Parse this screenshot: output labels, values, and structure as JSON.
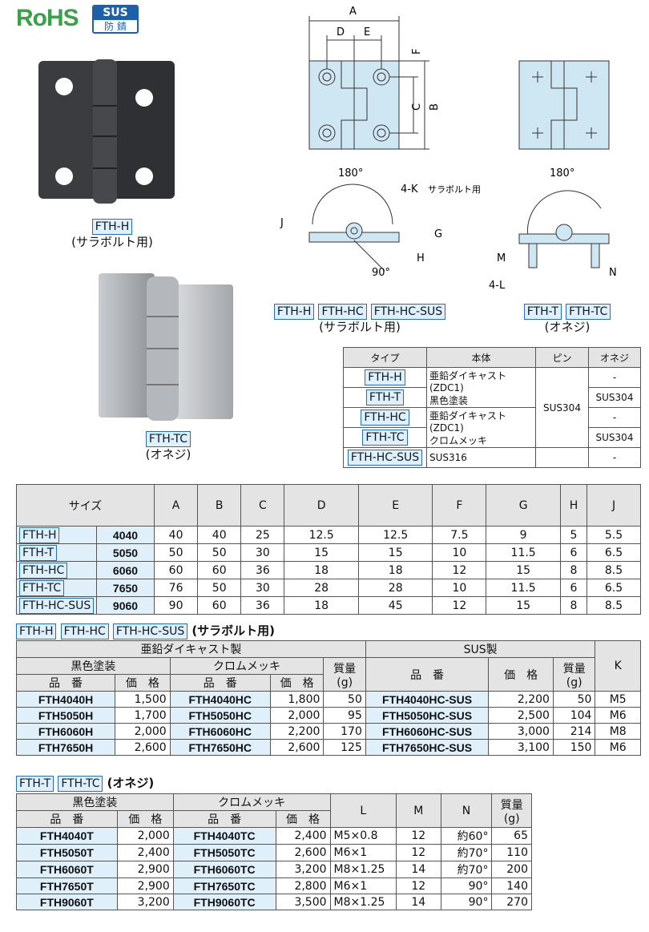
{
  "logos": {
    "rohs": "RoHS",
    "sus_top": "SUS",
    "sus_bottom": "防 錆"
  },
  "photos": {
    "black": {
      "label": "FTH-H",
      "sub": "(サラボルト用)"
    },
    "silver": {
      "label": "FTH-TC",
      "sub": "(オネジ)"
    }
  },
  "drawing": {
    "dims": {
      "A": "A",
      "B": "B",
      "C": "C",
      "D": "D",
      "E": "E",
      "F": "F",
      "G": "G",
      "H": "H",
      "J": "J",
      "M": "M",
      "N": "N",
      "K": "4-K",
      "K_note": "サラボルト用",
      "L": "4-L",
      "angle180": "180°",
      "angle90": "90°"
    },
    "left_tags": [
      "FTH-H",
      "FTH-HC",
      "FTH-HC-SUS"
    ],
    "left_sub": "(サラボルト用)",
    "right_tags": [
      "FTH-T",
      "FTH-TC"
    ],
    "right_sub": "(オネジ)"
  },
  "material_table": {
    "headers": [
      "タイプ",
      "本体",
      "ピン",
      "オネジ"
    ],
    "types": [
      "FTH-H",
      "FTH-T",
      "FTH-HC",
      "FTH-TC",
      "FTH-HC-SUS"
    ],
    "body1": "亜鉛ダイキャスト(ZDC1)",
    "body1b": "黒色塗装",
    "body2": "亜鉛ダイキャスト(ZDC1)",
    "body2b": "クロムメッキ",
    "body3": "SUS316",
    "pin": "SUS304",
    "screw": [
      "-",
      "SUS304",
      "-",
      "SUS304",
      "-"
    ]
  },
  "size_table": {
    "header_label": "サイズ",
    "columns": [
      "A",
      "B",
      "C",
      "D",
      "E",
      "F",
      "G",
      "H",
      "J"
    ],
    "types": [
      "FTH-H",
      "FTH-T",
      "FTH-HC",
      "FTH-TC",
      "FTH-HC-SUS"
    ],
    "rows": [
      {
        "size": "4040",
        "vals": [
          "40",
          "40",
          "25",
          "12.5",
          "12.5",
          "7.5",
          "9",
          "5",
          "5.5"
        ]
      },
      {
        "size": "5050",
        "vals": [
          "50",
          "50",
          "30",
          "15",
          "15",
          "10",
          "11.5",
          "6",
          "6.5"
        ]
      },
      {
        "size": "6060",
        "vals": [
          "60",
          "60",
          "36",
          "18",
          "18",
          "12",
          "15",
          "8",
          "8.5"
        ]
      },
      {
        "size": "7650",
        "vals": [
          "76",
          "50",
          "30",
          "28",
          "28",
          "10",
          "11.5",
          "6",
          "6.5"
        ]
      },
      {
        "size": "9060",
        "vals": [
          "90",
          "60",
          "36",
          "18",
          "45",
          "12",
          "15",
          "8",
          "8.5"
        ]
      }
    ]
  },
  "price_table_1": {
    "tags": [
      "FTH-H",
      "FTH-HC",
      "FTH-HC-SUS"
    ],
    "title": "(サラボルト用)",
    "zinc": "亜鉛ダイキャスト製",
    "sus": "SUS製",
    "black": "黒色塗装",
    "chrome": "クロムメッキ",
    "part": "品　番",
    "price": "価　格",
    "mass": "質量",
    "mass_unit": "(g)",
    "k": "K",
    "rows": [
      [
        "FTH4040H",
        "1,500",
        "FTH4040HC",
        "1,800",
        "50",
        "FTH4040HC-SUS",
        "2,200",
        "50",
        "M5"
      ],
      [
        "FTH5050H",
        "1,700",
        "FTH5050HC",
        "2,000",
        "95",
        "FTH5050HC-SUS",
        "2,500",
        "104",
        "M6"
      ],
      [
        "FTH6060H",
        "2,000",
        "FTH6060HC",
        "2,200",
        "170",
        "FTH6060HC-SUS",
        "3,000",
        "214",
        "M8"
      ],
      [
        "FTH7650H",
        "2,600",
        "FTH7650HC",
        "2,600",
        "125",
        "FTH7650HC-SUS",
        "3,100",
        "150",
        "M6"
      ]
    ]
  },
  "price_table_2": {
    "tags": [
      "FTH-T",
      "FTH-TC"
    ],
    "title": "(オネジ)",
    "black": "黒色塗装",
    "chrome": "クロムメッキ",
    "part": "品　番",
    "price": "価　格",
    "L": "L",
    "M": "M",
    "N": "N",
    "mass": "質量",
    "mass_unit": "(g)",
    "rows": [
      [
        "FTH4040T",
        "2,000",
        "FTH4040TC",
        "2,400",
        "M5×0.8",
        "12",
        "約60°",
        "65"
      ],
      [
        "FTH5050T",
        "2,400",
        "FTH5050TC",
        "2,600",
        "M6×1",
        "12",
        "約70°",
        "110"
      ],
      [
        "FTH6060T",
        "2,900",
        "FTH6060TC",
        "3,200",
        "M8×1.25",
        "14",
        "約70°",
        "200"
      ],
      [
        "FTH7650T",
        "2,900",
        "FTH7650TC",
        "2,800",
        "M6×1",
        "12",
        "90°",
        "140"
      ],
      [
        "FTH9060T",
        "3,200",
        "FTH9060TC",
        "3,500",
        "M8×1.25",
        "14",
        "90°",
        "270"
      ]
    ]
  }
}
